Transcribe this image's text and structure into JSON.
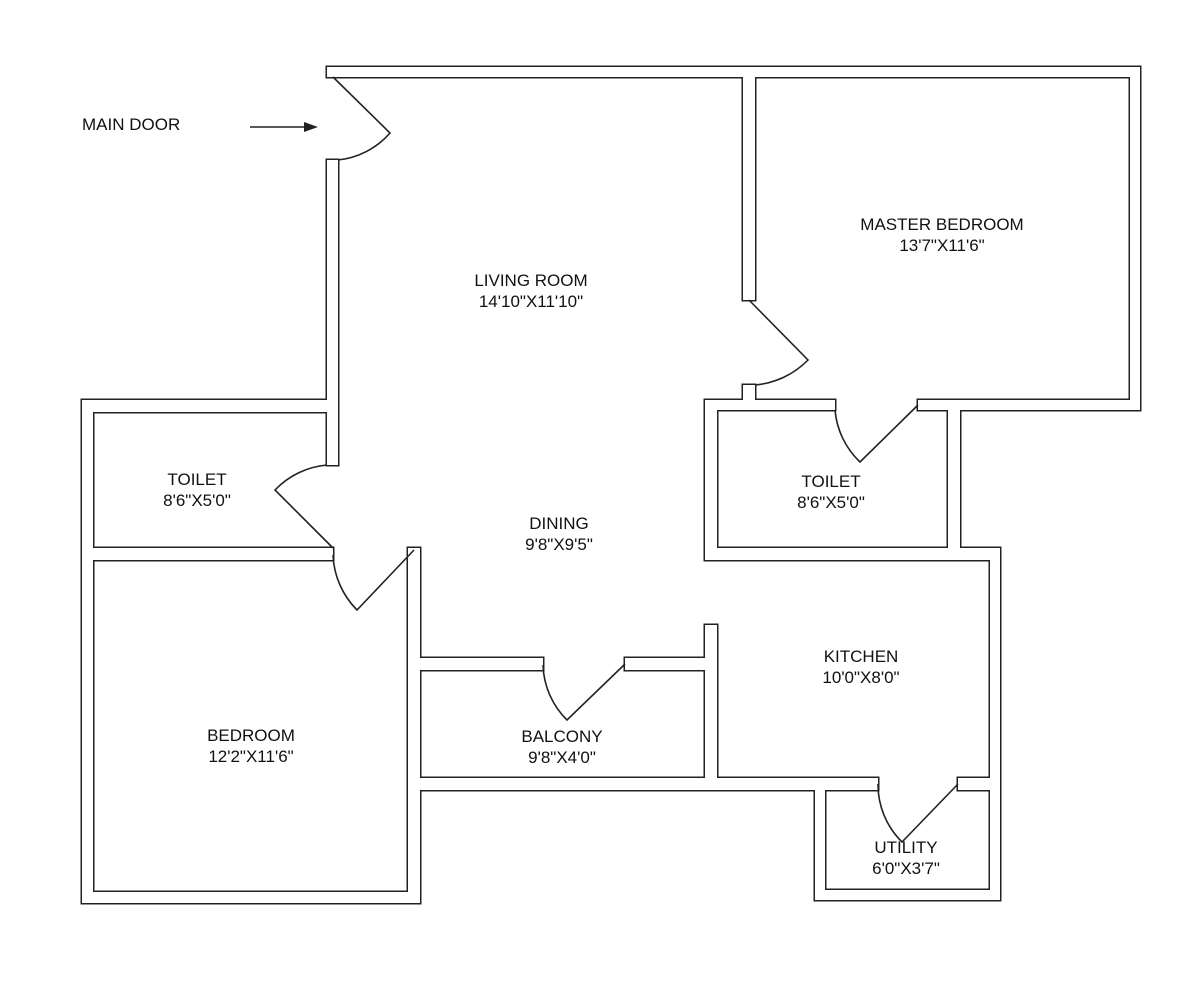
{
  "main_door": {
    "label": "MAIN DOOR"
  },
  "rooms": {
    "living": {
      "name": "LIVING ROOM",
      "size": "14'10\"X11'10\""
    },
    "master": {
      "name": "MASTER BEDROOM",
      "size": "13'7\"X11'6\""
    },
    "toilet_left": {
      "name": "TOILET",
      "size": "8'6\"X5'0\""
    },
    "toilet_right": {
      "name": "TOILET",
      "size": "8'6\"X5'0\""
    },
    "dining": {
      "name": "DINING",
      "size": "9'8\"X9'5\""
    },
    "kitchen": {
      "name": "KITCHEN",
      "size": "10'0\"X8'0\""
    },
    "bedroom": {
      "name": "BEDROOM",
      "size": "12'2\"X11'6\""
    },
    "balcony": {
      "name": "BALCONY",
      "size": "9'8\"X4'0\""
    },
    "utility": {
      "name": "UTILITY",
      "size": "6'0\"X3'7\""
    }
  },
  "colors": {
    "line": "#222222",
    "background": "#ffffff"
  }
}
